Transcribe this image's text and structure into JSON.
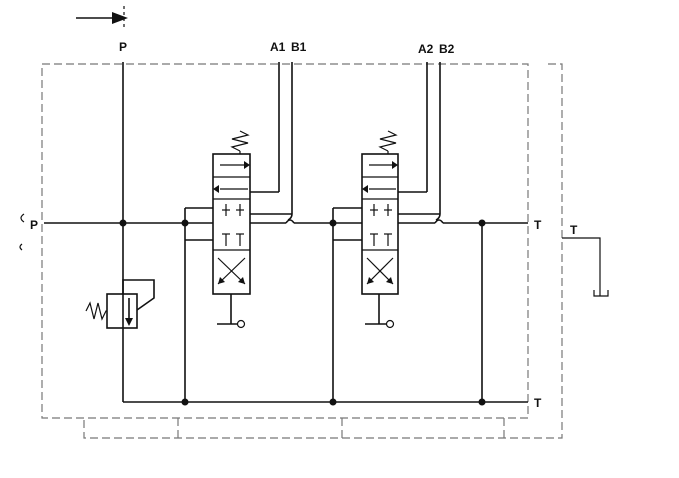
{
  "labels": {
    "p_top": "P",
    "p_left": "P",
    "a1": "A1",
    "b1": "B1",
    "a2": "A2",
    "b2": "B2",
    "t_right_upper": "T",
    "t_right_lower": "T",
    "t_outside": "T"
  },
  "icons": {
    "flow_arrow": "flow-direction-arrow-icon",
    "relief_valve": "pressure-relief-valve-icon",
    "directional_valve": "directional-control-valve-icon",
    "tank": "tank-reservoir-icon",
    "spring": "spring-icon",
    "lever": "manual-lever-icon"
  },
  "colors": {
    "line": "#111111",
    "boundary": "#777777",
    "background": "#ffffff"
  }
}
